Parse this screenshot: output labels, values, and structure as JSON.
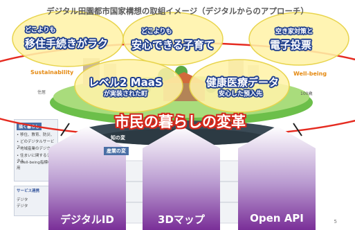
{
  "title": "デジタル田園都市国家構想の取組イメージ（デジタルからのアプローチ）",
  "bubbles": [
    {
      "small": "どこよりも",
      "big": "移住手続きがラク"
    },
    {
      "small": "どこよりも",
      "big": "安心できる子育て"
    },
    {
      "small": "空き家対策と",
      "big": "電子投票"
    },
    {
      "big": "レベル2 MaaS",
      "small": "が実装された町"
    },
    {
      "big": "健康医療データ",
      "small": "安心した預入先"
    }
  ],
  "side_labels": {
    "sustainability": "Sustainability",
    "wellbeing": "Well-being",
    "age": "100歳",
    "residence": "住居"
  },
  "headline": "市民の暮らしの変革",
  "pillars": [
    {
      "label": "デジタルID"
    },
    {
      "label": "3Dマップ"
    },
    {
      "label": "Open API"
    }
  ],
  "panel": {
    "heading": "描く暮らし",
    "lines": [
      "• 移住、教育、防災、",
      "• どのデジタルサービス",
      "• 地域産業のデジタル",
      "• 住まいに関するデジタル",
      "• Well-being指標の活用"
    ],
    "bottom_heading": "サービス連携",
    "bottom_lines": [
      "デジタ",
      "デジタ"
    ]
  },
  "center_labels": [
    "知の変",
    "産業の変"
  ],
  "page_number": "5",
  "colors": {
    "bubble_fill": "#fff3a8",
    "bubble_text_outline": "#1f3f8f",
    "ring": "#e52b20",
    "pillar_top": "#ffffff",
    "pillar_bottom": "#7a2f98"
  }
}
